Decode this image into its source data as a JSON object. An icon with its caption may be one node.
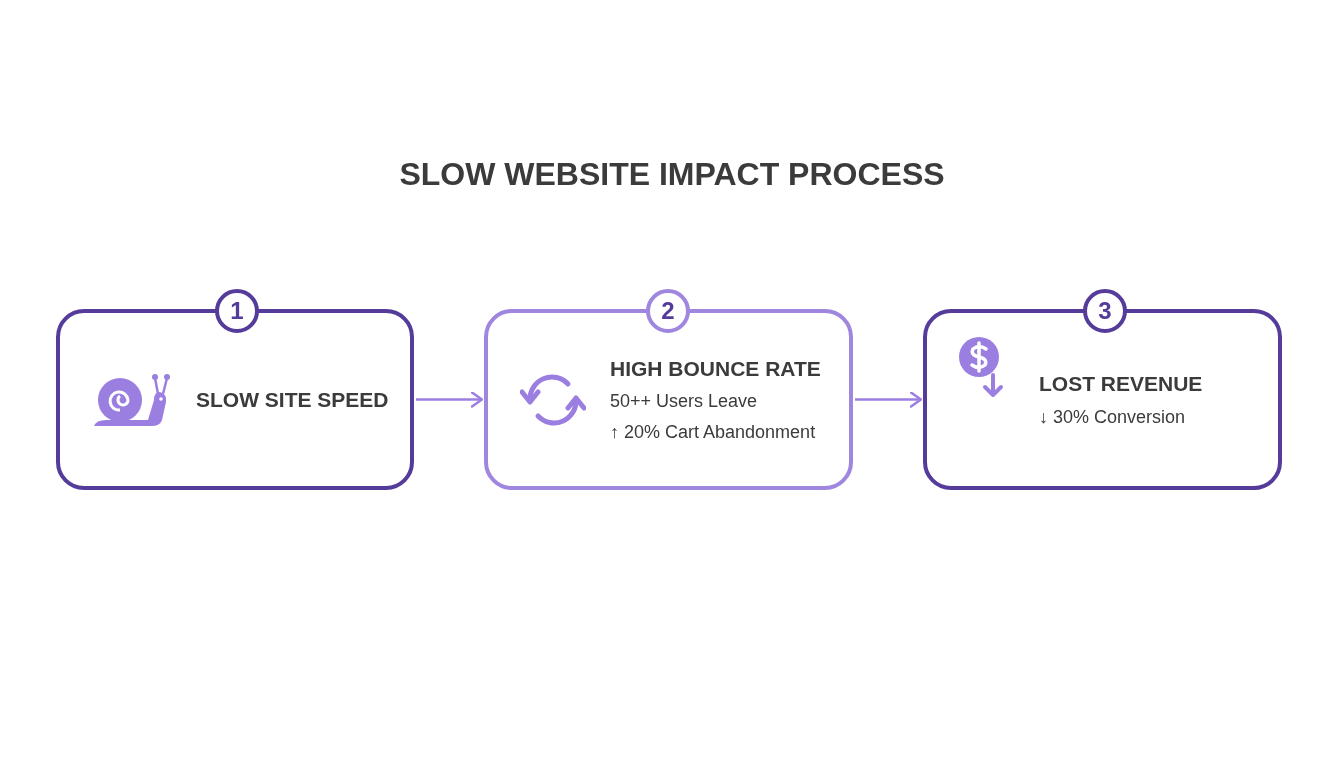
{
  "diagram": {
    "title": "SLOW WEBSITE IMPACT PROCESS",
    "nodes": [
      {
        "text": [
          "SLOW SITE SPEED"
        ]
      },
      {
        "text": [
          "1"
        ]
      },
      {
        "text": [
          "HIGH BOUNCE RATE",
          "50++ Users Leave",
          "↑ 20% Cart Abandonment"
        ]
      },
      {
        "text": [
          "2"
        ]
      },
      {
        "text": [
          "LOST REVENUE",
          "↓ 30% Conversion"
        ]
      },
      {
        "text": [
          "3"
        ]
      }
    ],
    "edges": [
      {
        "from": 0,
        "to": 2,
        "arrow": "to"
      },
      {
        "from": 2,
        "to": 4,
        "arrow": "to"
      }
    ]
  }
}
